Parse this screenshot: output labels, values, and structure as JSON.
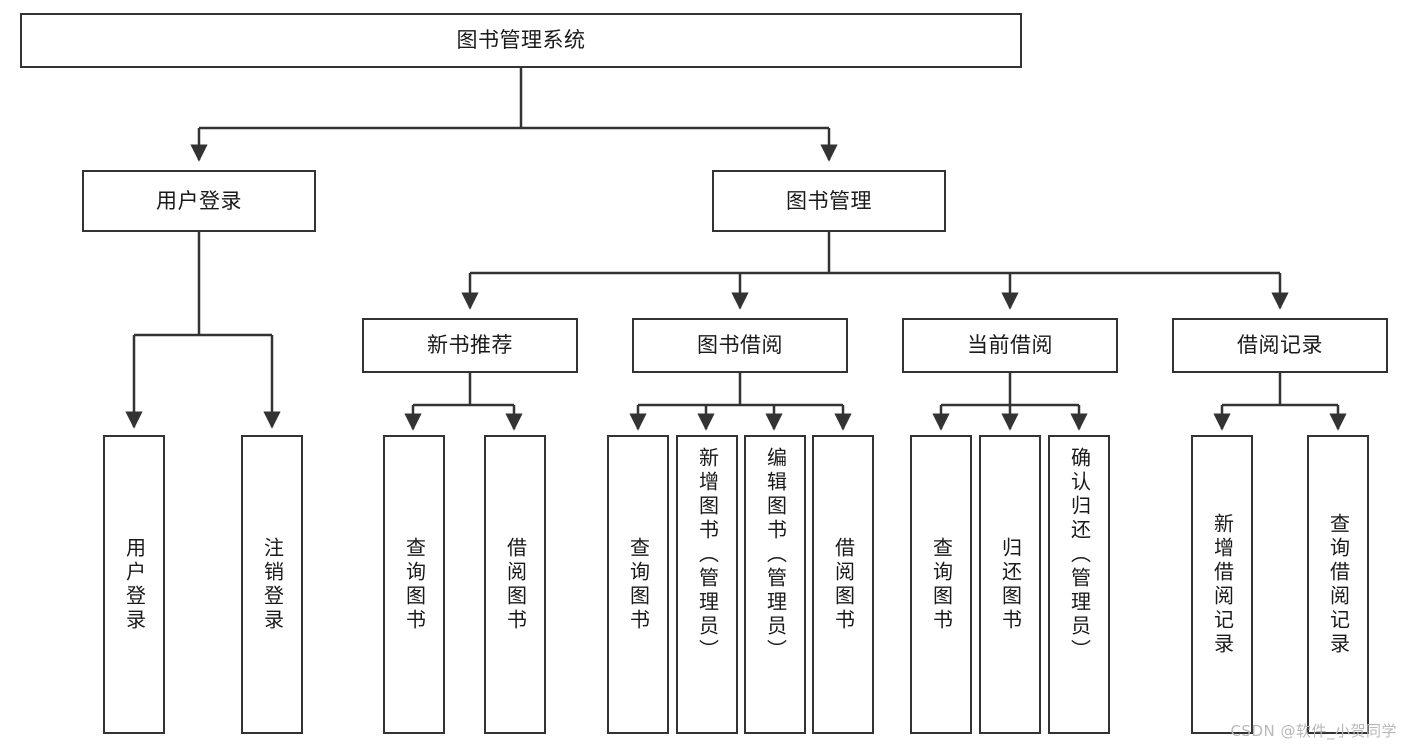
{
  "diagram": {
    "type": "tree-hierarchy",
    "title": "图书管理系统",
    "watermark": "CSDN @软件_小贺同学",
    "colors": {
      "stroke": "#333333",
      "fill": "#ffffff",
      "text": "#1a1a1a",
      "watermark": "#b9b9b9"
    },
    "nodes": {
      "root": {
        "label": "图书管理系统",
        "level": 1
      },
      "level2": [
        {
          "id": "user-login",
          "label": "用户登录"
        },
        {
          "id": "book-management",
          "label": "图书管理"
        }
      ],
      "level3": [
        {
          "id": "new-book-recommend",
          "label": "新书推荐",
          "parent": "book-management"
        },
        {
          "id": "book-borrow",
          "label": "图书借阅",
          "parent": "book-management"
        },
        {
          "id": "current-borrow",
          "label": "当前借阅",
          "parent": "book-management"
        },
        {
          "id": "borrow-record",
          "label": "借阅记录",
          "parent": "book-management"
        }
      ],
      "leaves": {
        "user-login": [
          {
            "id": "leaf-user-login",
            "label": "用户登录"
          },
          {
            "id": "leaf-user-logout",
            "label": "注销登录"
          }
        ],
        "new-book-recommend": [
          {
            "id": "leaf-query-book-1",
            "label": "查询图书"
          },
          {
            "id": "leaf-borrow-book-1",
            "label": "借阅图书"
          }
        ],
        "book-borrow": [
          {
            "id": "leaf-query-book-2",
            "label": "查询图书"
          },
          {
            "id": "leaf-add-book",
            "label": "新增图书（管理员）"
          },
          {
            "id": "leaf-edit-book",
            "label": "编辑图书（管理员）"
          },
          {
            "id": "leaf-borrow-book-2",
            "label": "借阅图书"
          }
        ],
        "current-borrow": [
          {
            "id": "leaf-query-book-3",
            "label": "查询图书"
          },
          {
            "id": "leaf-return-book",
            "label": "归还图书"
          },
          {
            "id": "leaf-confirm-return",
            "label": "确认归还（管理员）"
          }
        ],
        "borrow-record": [
          {
            "id": "leaf-add-record",
            "label": "新增借阅记录"
          },
          {
            "id": "leaf-query-record",
            "label": "查询借阅记录"
          }
        ]
      }
    }
  }
}
